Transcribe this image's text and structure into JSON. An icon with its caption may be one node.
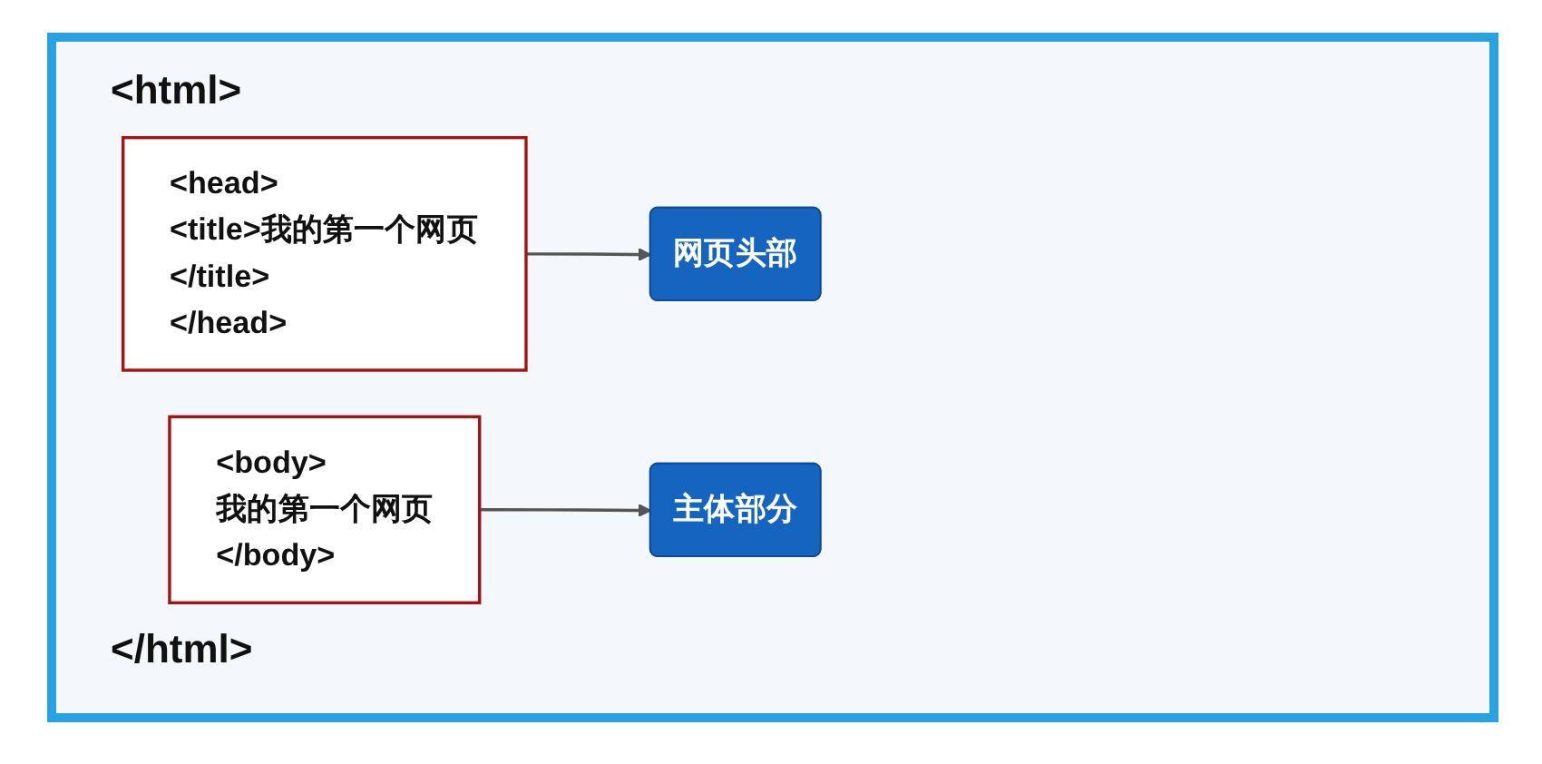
{
  "diagram": {
    "nodes": [
      {
        "text": [
          "<head>",
          "<title>我的第一个网页</title>",
          "</head>"
        ]
      },
      {
        "text": [
          "网页头部"
        ]
      },
      {
        "text": [
          "<body>",
          "我的第一个网页",
          "</body>"
        ]
      },
      {
        "text": [
          "主体部分"
        ]
      }
    ],
    "edges": [
      {
        "from": 0,
        "to": 1,
        "arrow": "to"
      },
      {
        "from": 2,
        "to": 3,
        "arrow": "to"
      }
    ],
    "labels": [
      "<html>",
      "</html>"
    ]
  }
}
